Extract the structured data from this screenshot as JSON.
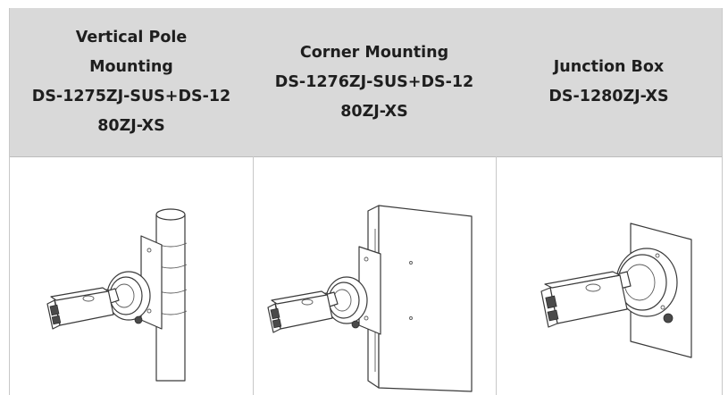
{
  "columns": [
    {
      "title_lines": [
        "Vertical Pole",
        "Mounting",
        "DS-1275ZJ-SUS+DS-12",
        "80ZJ-XS"
      ]
    },
    {
      "title_lines": [
        "Corner Mounting",
        "DS-1276ZJ-SUS+DS-12",
        "80ZJ-XS"
      ]
    },
    {
      "title_lines": [
        "Junction Box",
        "DS-1280ZJ-XS"
      ]
    }
  ]
}
